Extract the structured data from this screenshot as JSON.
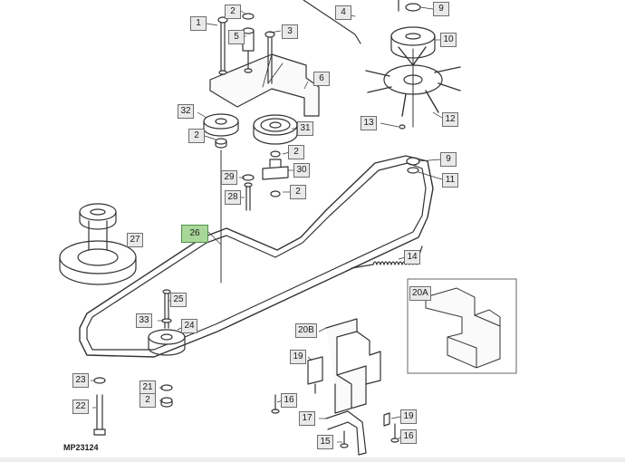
{
  "figure_id": "MP23124",
  "callouts": {
    "c1": "1",
    "c2a": "2",
    "c2b": "2",
    "c2c": "2",
    "c2d": "2",
    "c2e": "2",
    "c3": "3",
    "c4": "4",
    "c5": "5",
    "c6": "6",
    "c9a": "9",
    "c9b": "9",
    "c10": "10",
    "c11": "11",
    "c12": "12",
    "c13": "13",
    "c14": "14",
    "c15": "15",
    "c16a": "16",
    "c16b": "16",
    "c17": "17",
    "c19a": "19",
    "c19b": "19",
    "c20a": "20A",
    "c20b": "20B",
    "c21": "21",
    "c22": "22",
    "c23": "23",
    "c24": "24",
    "c25": "25",
    "c26": "26",
    "c27": "27",
    "c28": "28",
    "c29": "29",
    "c30": "30",
    "c31": "31",
    "c32": "32",
    "c33": "33"
  },
  "highlighted_callout": "26",
  "colors": {
    "line": "#333333",
    "callout_fill": "#e9e9e9",
    "highlight_fill": "#a9d79a",
    "detail_border": "#666666"
  }
}
